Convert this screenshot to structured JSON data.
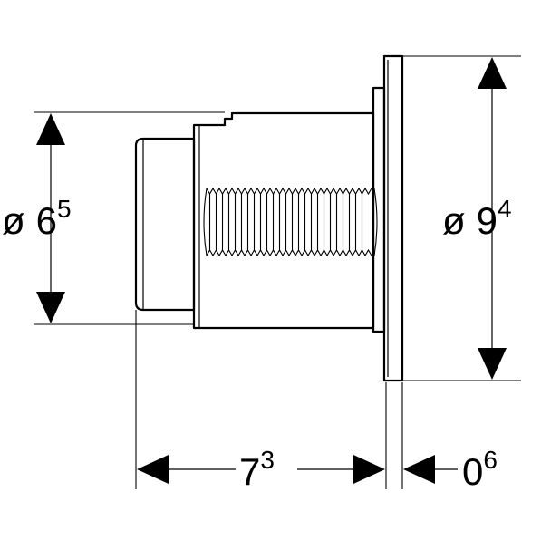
{
  "dimensions": {
    "left_diameter": {
      "symbol": "ø",
      "main": "6",
      "sup": "5"
    },
    "right_diameter": {
      "symbol": "ø",
      "main": "9",
      "sup": "4"
    },
    "bottom_length": {
      "main": "7",
      "sup": "3"
    },
    "bottom_offset": {
      "main": "0",
      "sup": "6"
    }
  },
  "colors": {
    "line": "#000000",
    "background": "#ffffff"
  }
}
